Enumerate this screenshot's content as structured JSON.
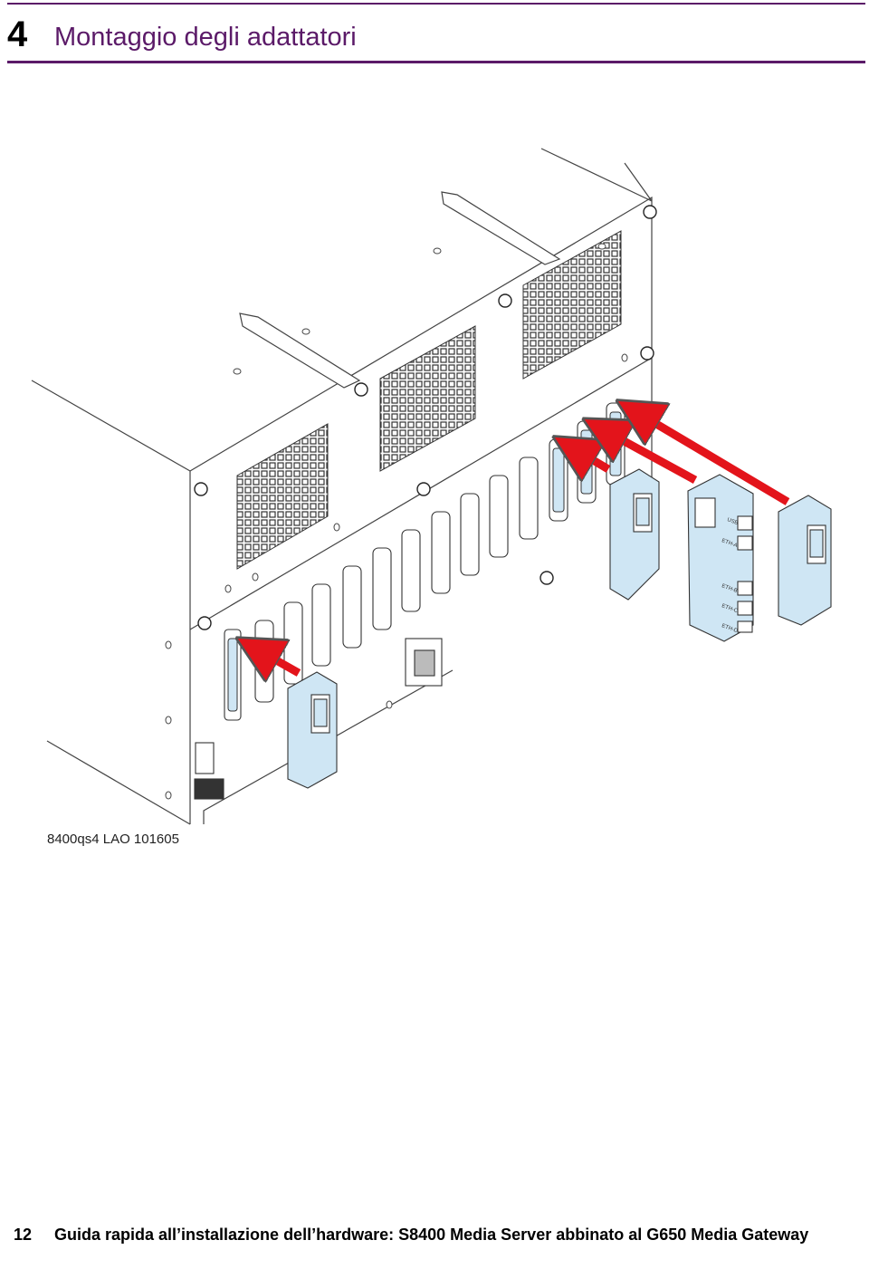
{
  "header": {
    "number": "4",
    "title": "Montaggio degli adattatori"
  },
  "figure": {
    "caption": "8400qs4 LAO 101605",
    "port_labels": [
      "USB",
      "ETH-A",
      "ETH-B",
      "ETH-C",
      "ETH-D"
    ]
  },
  "footer": {
    "page_number": "12",
    "text": "Guida rapida all’installazione dell’hardware: S8400 Media Server abbinato al G650 Media Gateway"
  },
  "colors": {
    "accent": "#5b1a68",
    "arrow": "#e3141b",
    "adapter": "#cfe6f4"
  }
}
